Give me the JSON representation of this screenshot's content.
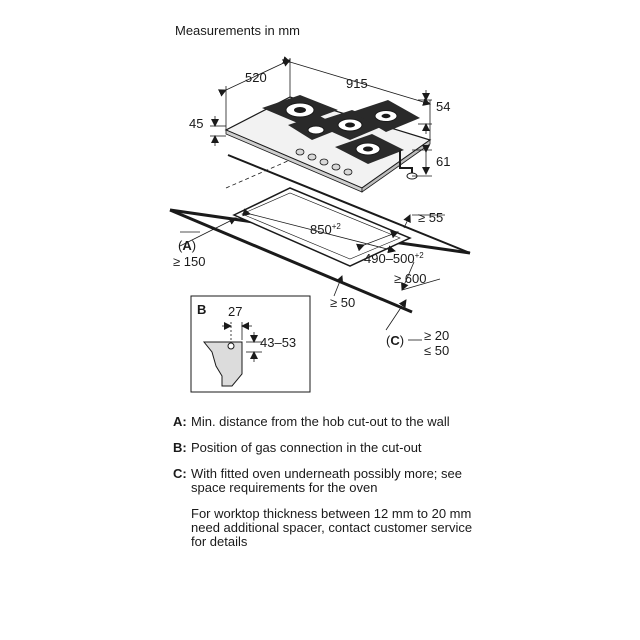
{
  "title": "Measurements in mm",
  "dimensions": {
    "width": "915",
    "depth": "520",
    "height_left": "45",
    "top_right": "54",
    "depth_below": "61",
    "cutout_width_base": "850",
    "cutout_width_sup": "+2",
    "cutout_depth_base": "490–500",
    "cutout_depth_sup": "+2",
    "min_back": "≥ 55",
    "min_front": "≥ 600",
    "min_side": "≥ 50",
    "wall_a": "≥ 150",
    "c_upper": "≥ 20",
    "c_lower": "≤ 50",
    "b_offset": "27",
    "b_height": "43–53"
  },
  "labels": {
    "a_open": "(",
    "a_letter": "A",
    "a_close": ")",
    "c_open": "(",
    "c_letter": "C",
    "c_close": ")",
    "b_box": "B"
  },
  "notes": [
    {
      "key": "A:",
      "text": "Min. distance from the hob cut-out to the wall"
    },
    {
      "key": "B:",
      "text": "Position of gas connection in the cut-out"
    },
    {
      "key": "C:",
      "text": "With fitted oven underneath possibly more; see space requirements for the oven"
    }
  ],
  "extra_note": "For worktop thickness between 12 mm to 20 mm need additional spacer, contact customer service for details"
}
